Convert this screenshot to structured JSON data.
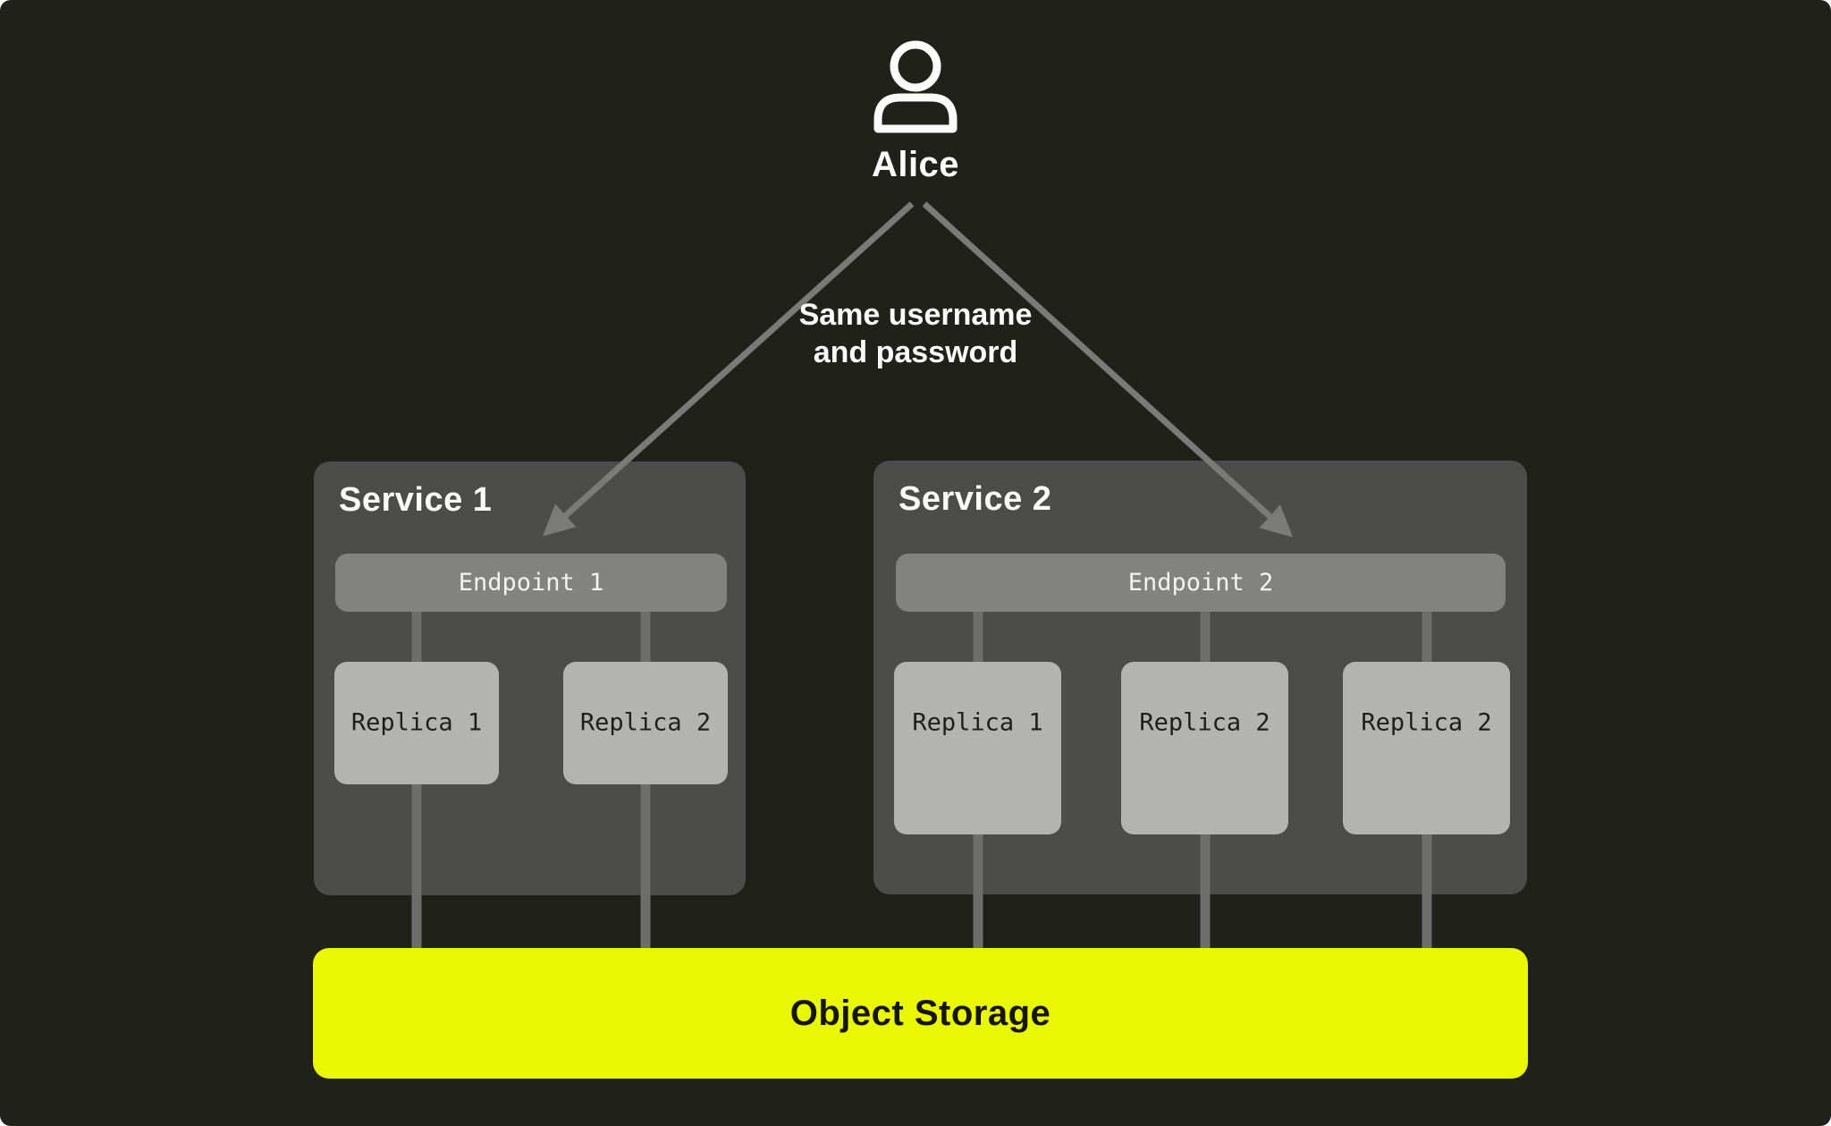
{
  "colors": {
    "page-bg": "#ffffff",
    "canvas-bg": "#21211c",
    "service-box": "#4c4c4a",
    "endpoint-bar": "#828281",
    "replica-box": "#b3b3b1",
    "storage-yellow": "#eaf702",
    "connector-line": "#6d6d6b",
    "arrow": "#7a7a78",
    "light-text": "#fafaf8",
    "dark-text": "#1e1e1c"
  },
  "user": {
    "name": "Alice"
  },
  "annotation": {
    "line1": "Same username",
    "line2": "and password"
  },
  "services": [
    {
      "title": "Service 1",
      "endpoint": "Endpoint 1",
      "replicas": [
        "Replica 1",
        "Replica 2"
      ]
    },
    {
      "title": "Service 2",
      "endpoint": "Endpoint 2",
      "replicas": [
        "Replica 1",
        "Replica 2",
        "Replica 2"
      ]
    }
  ],
  "storage": {
    "label": "Object Storage"
  }
}
